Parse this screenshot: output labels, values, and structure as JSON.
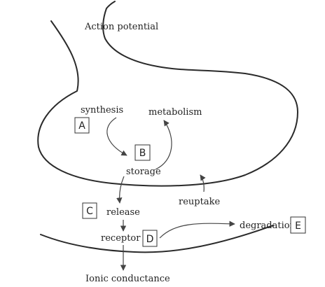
{
  "labels": {
    "action_potential": "Action potential",
    "synthesis": "synthesis",
    "metabolism": "metabolism",
    "storage": "storage",
    "release": "release",
    "reuptake": "reuptake",
    "receptor": "receptor",
    "degradation": "degradation",
    "ionic_conductance": "Ionic conductance"
  },
  "boxes": {
    "a": "A",
    "b": "B",
    "c": "C",
    "d": "D",
    "e": "E"
  }
}
